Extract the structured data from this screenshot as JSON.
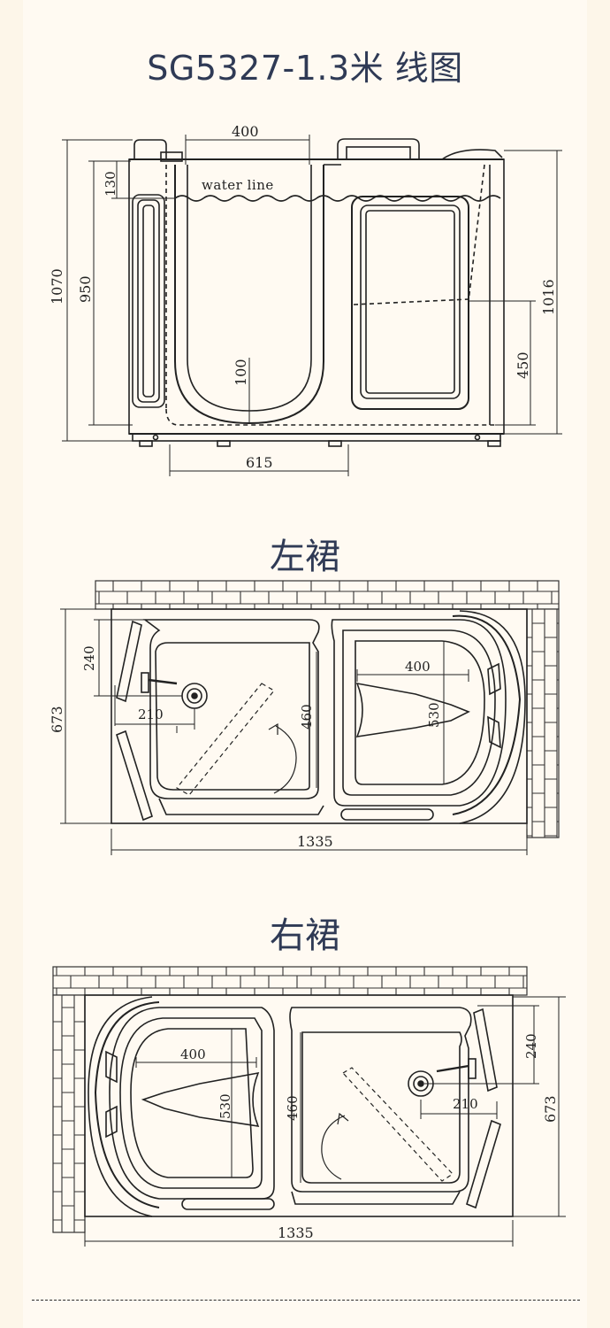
{
  "titles": {
    "main": "SG5327-1.3米 线图",
    "left_skirt": "左裙",
    "right_skirt": "右裙"
  },
  "side_view": {
    "water_line_label": "water line",
    "dims": {
      "top_width": "400",
      "water_depth": "130",
      "total_height": "1070",
      "inner_height": "950",
      "right_height": "1016",
      "seat_height": "450",
      "step_height": "100",
      "door_width": "615"
    }
  },
  "left_view": {
    "dims": {
      "d240": "240",
      "d673": "673",
      "d210": "210",
      "d460": "460",
      "d400": "400",
      "d530": "530",
      "d1335": "1335"
    }
  },
  "right_view": {
    "dims": {
      "d400": "400",
      "d530": "530",
      "d460": "460",
      "d240": "240",
      "d210": "210",
      "d673": "673",
      "d1335": "1335"
    }
  },
  "colors": {
    "background": "#fdf6e9",
    "panel": "#fffaf2",
    "title": "#2f3a55",
    "line": "#222222"
  }
}
